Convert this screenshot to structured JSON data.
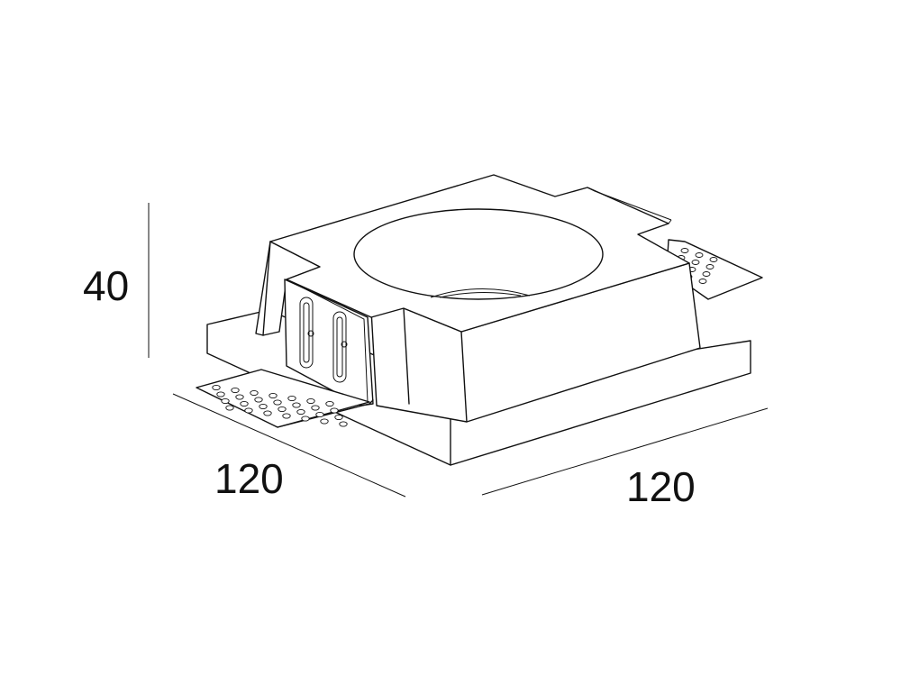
{
  "dimensions": {
    "height": "40",
    "width_left": "120",
    "width_right": "120"
  },
  "colors": {
    "stroke": "#111111",
    "background": "#ffffff"
  }
}
